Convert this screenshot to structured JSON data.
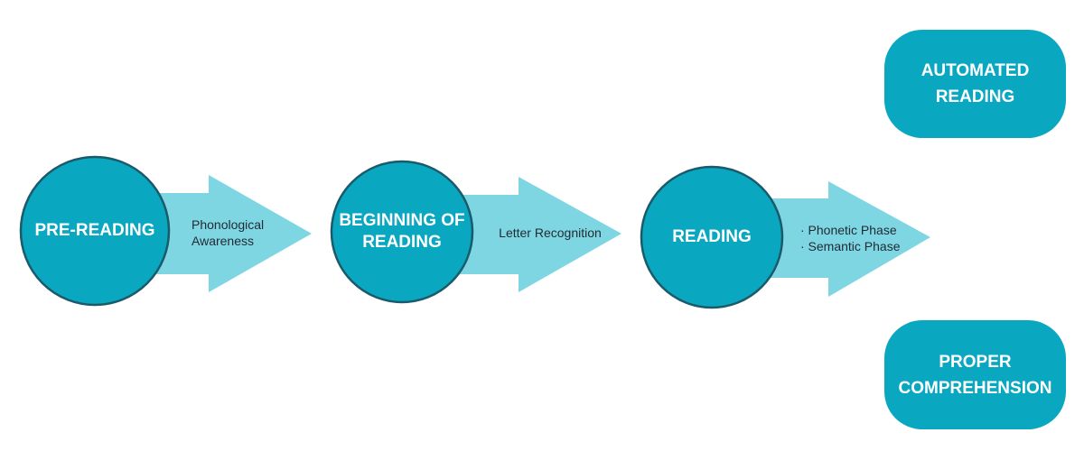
{
  "colors": {
    "circle_fill": "#0aa7c1",
    "circle_stroke": "#1a5a6a",
    "arrow_fill": "#7fd6e3",
    "outcome_fill": "#0aa7c1"
  },
  "stages": [
    {
      "title_lines": [
        "PRE-READING"
      ],
      "arrow_lines": [
        "Phonological",
        "Awareness"
      ]
    },
    {
      "title_lines": [
        "BEGINNING OF",
        "READING"
      ],
      "arrow_lines": [
        "Letter Recognition"
      ]
    },
    {
      "title_lines": [
        "READING"
      ],
      "arrow_lines": [
        "· Phonetic Phase",
        "· Semantic Phase"
      ]
    }
  ],
  "outcomes": [
    {
      "title_lines": [
        "AUTOMATED",
        "READING"
      ]
    },
    {
      "title_lines": [
        "PROPER",
        "COMPREHENSION"
      ]
    }
  ]
}
